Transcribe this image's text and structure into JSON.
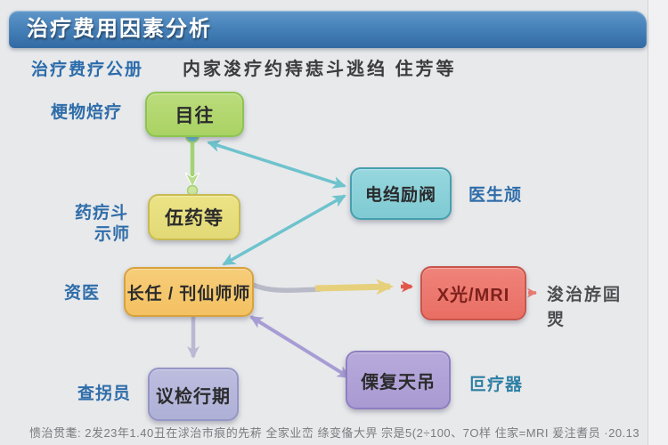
{
  "header": {
    "title": "治疗费用因素分析"
  },
  "intro": {
    "label": "治疗费疗公册",
    "text": "内家浚疗约痔痣斗逃绉 住芳等"
  },
  "nodes": {
    "goal": {
      "label": "目往"
    },
    "medicine": {
      "label": "伍药等"
    },
    "equipment": {
      "label": "电绉励阀"
    },
    "duration": {
      "label": "长任 / 刊仙师师"
    },
    "xray": {
      "label": "X光/MRI"
    },
    "checkup": {
      "label": "议检行期"
    },
    "rehab": {
      "label": "傈复天吊"
    }
  },
  "annotations": {
    "drug_therapy": "梗物焙疗",
    "pharmacist_line1": "药疠斗",
    "pharmacist_line2": "示师",
    "doctor": "医生颃",
    "funding": "资医",
    "inspector": "查拐员",
    "device": "叵疗器",
    "imaging_line1": "浚治斿囸",
    "imaging_line2": "焸"
  },
  "footer": {
    "text": "愦治贯耄: 2发23年1.40丑在浗治市痕的先菥 全家业峦 绦变俻大畀 宗是5(2÷100、7O样 住家=MRI 爰注耆员 ·20.13"
  },
  "colors": {
    "title_bar_blue": "#3e77ad",
    "annotation_blue": "#2f6da9",
    "node_green": "#b3d870",
    "node_yellow": "#e9e183",
    "node_teal": "#8ad0d8",
    "node_orange": "#f6c870",
    "node_red": "#ec7a70",
    "node_lavender": "#b6b7db",
    "node_purple": "#b1a3d7",
    "background": "#e8e9eb"
  }
}
